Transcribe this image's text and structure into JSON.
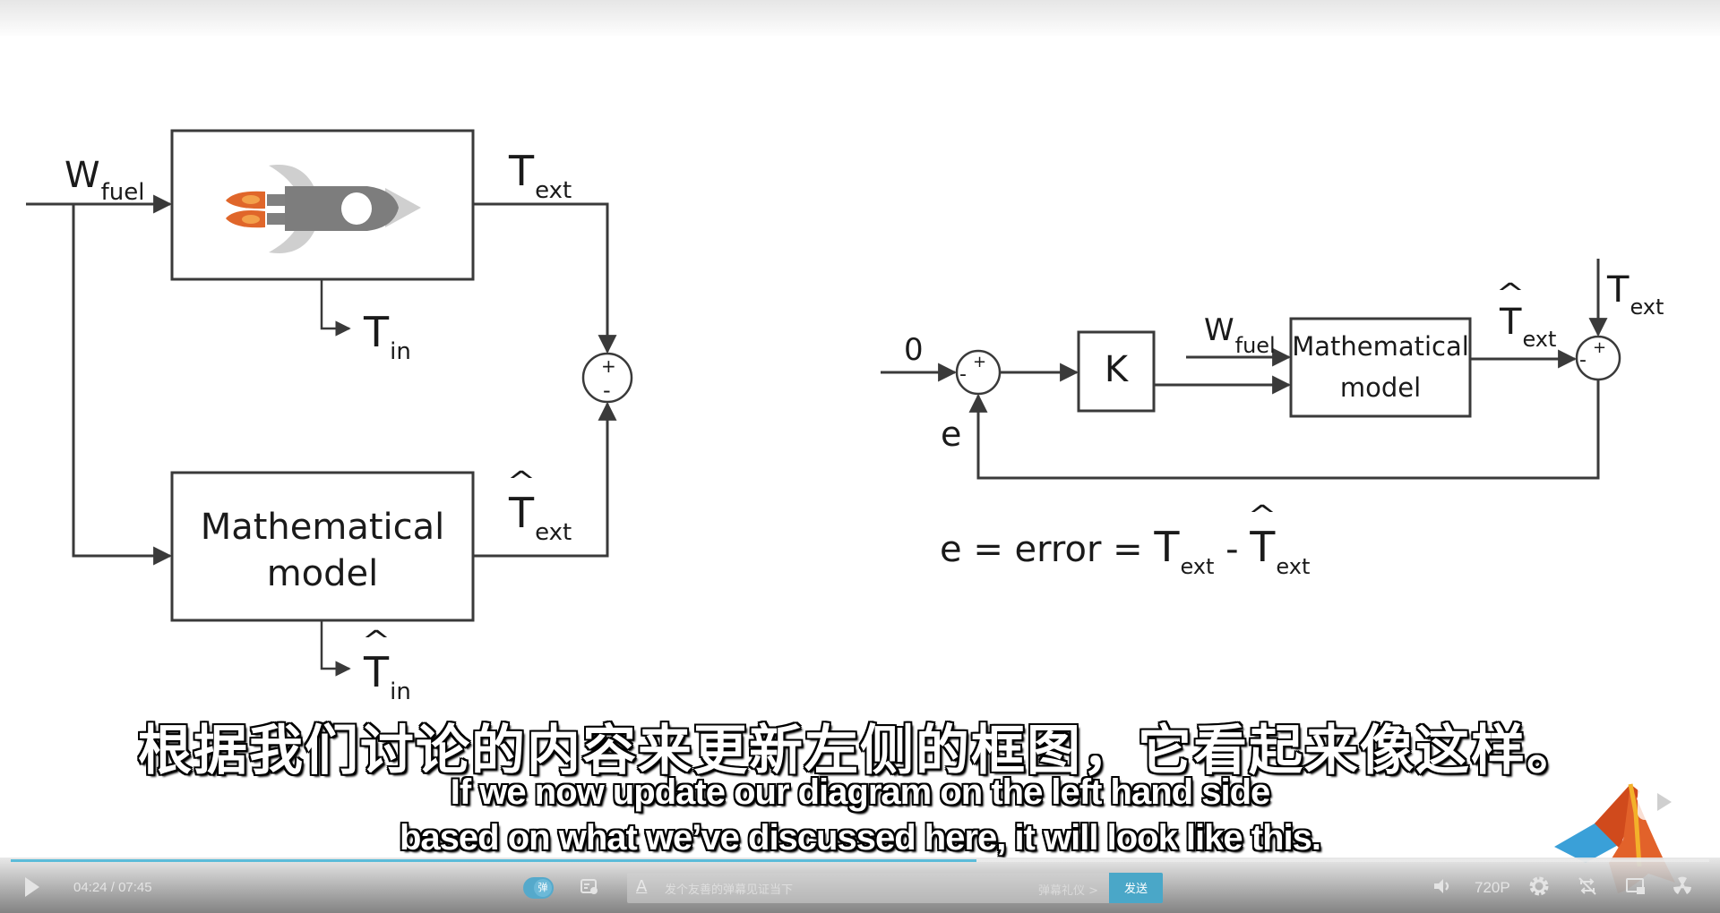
{
  "left_diagram": {
    "input_label": {
      "main": "W",
      "sub": "fuel"
    },
    "plant_icon": "rocket-icon",
    "plant_output": {
      "main": "T",
      "sub": "ext"
    },
    "plant_internal": {
      "main": "T",
      "sub": "in"
    },
    "model_box": {
      "line1": "Mathematical",
      "line2": "model"
    },
    "model_output": {
      "main": "T",
      "sub": "ext",
      "hat": true
    },
    "model_internal": {
      "main": "T",
      "sub": "in",
      "hat": true
    },
    "sum_signs": {
      "top": "+",
      "bottom": "-"
    }
  },
  "right_diagram": {
    "reference": "0",
    "sum1_signs": {
      "top": "+",
      "left": "-"
    },
    "error_label": "e",
    "gain_box": "K",
    "input_label": {
      "main": "W",
      "sub": "fuel"
    },
    "model_box": {
      "line1": "Mathematical",
      "line2": "model"
    },
    "model_output": {
      "main": "T",
      "sub": "ext",
      "hat": true
    },
    "measured_input": {
      "main": "T",
      "sub": "ext"
    },
    "sum2_signs": {
      "top": "+",
      "left": "-"
    },
    "equation": {
      "lhs": "e = error = ",
      "t1": "T",
      "s1": "ext",
      "minus": " - ",
      "t2": "T",
      "s2": "ext"
    }
  },
  "subtitles": {
    "zh": "根据我们讨论的内容来更新左侧的框图，它看起来像这样。",
    "en_line1": "If we now update our diagram on the left hand side",
    "en_line2": "based on what we’ve discussed here, it will look like this."
  },
  "player": {
    "current_time": "04:24",
    "separator": " / ",
    "duration": "07:45",
    "progress_percent": 56.9,
    "accent_color": "#5bbcd9",
    "danmaku_toggle_label": "弹",
    "danmaku_placeholder": "发个友善的弹幕见证当下",
    "danmaku_etiquette": "弹幕礼仪 >",
    "send_label": "发送",
    "quality": "720P",
    "icons": [
      "play-icon",
      "danmaku-toggle-icon",
      "danmaku-settings-icon",
      "font-style-icon",
      "volume-icon",
      "settings-icon",
      "loop-off-icon",
      "picture-in-picture-icon",
      "fullscreen-icon"
    ]
  },
  "watermark": {
    "logo": "matlab-logo-icon",
    "overlay": "bilibili-tv-icon"
  }
}
